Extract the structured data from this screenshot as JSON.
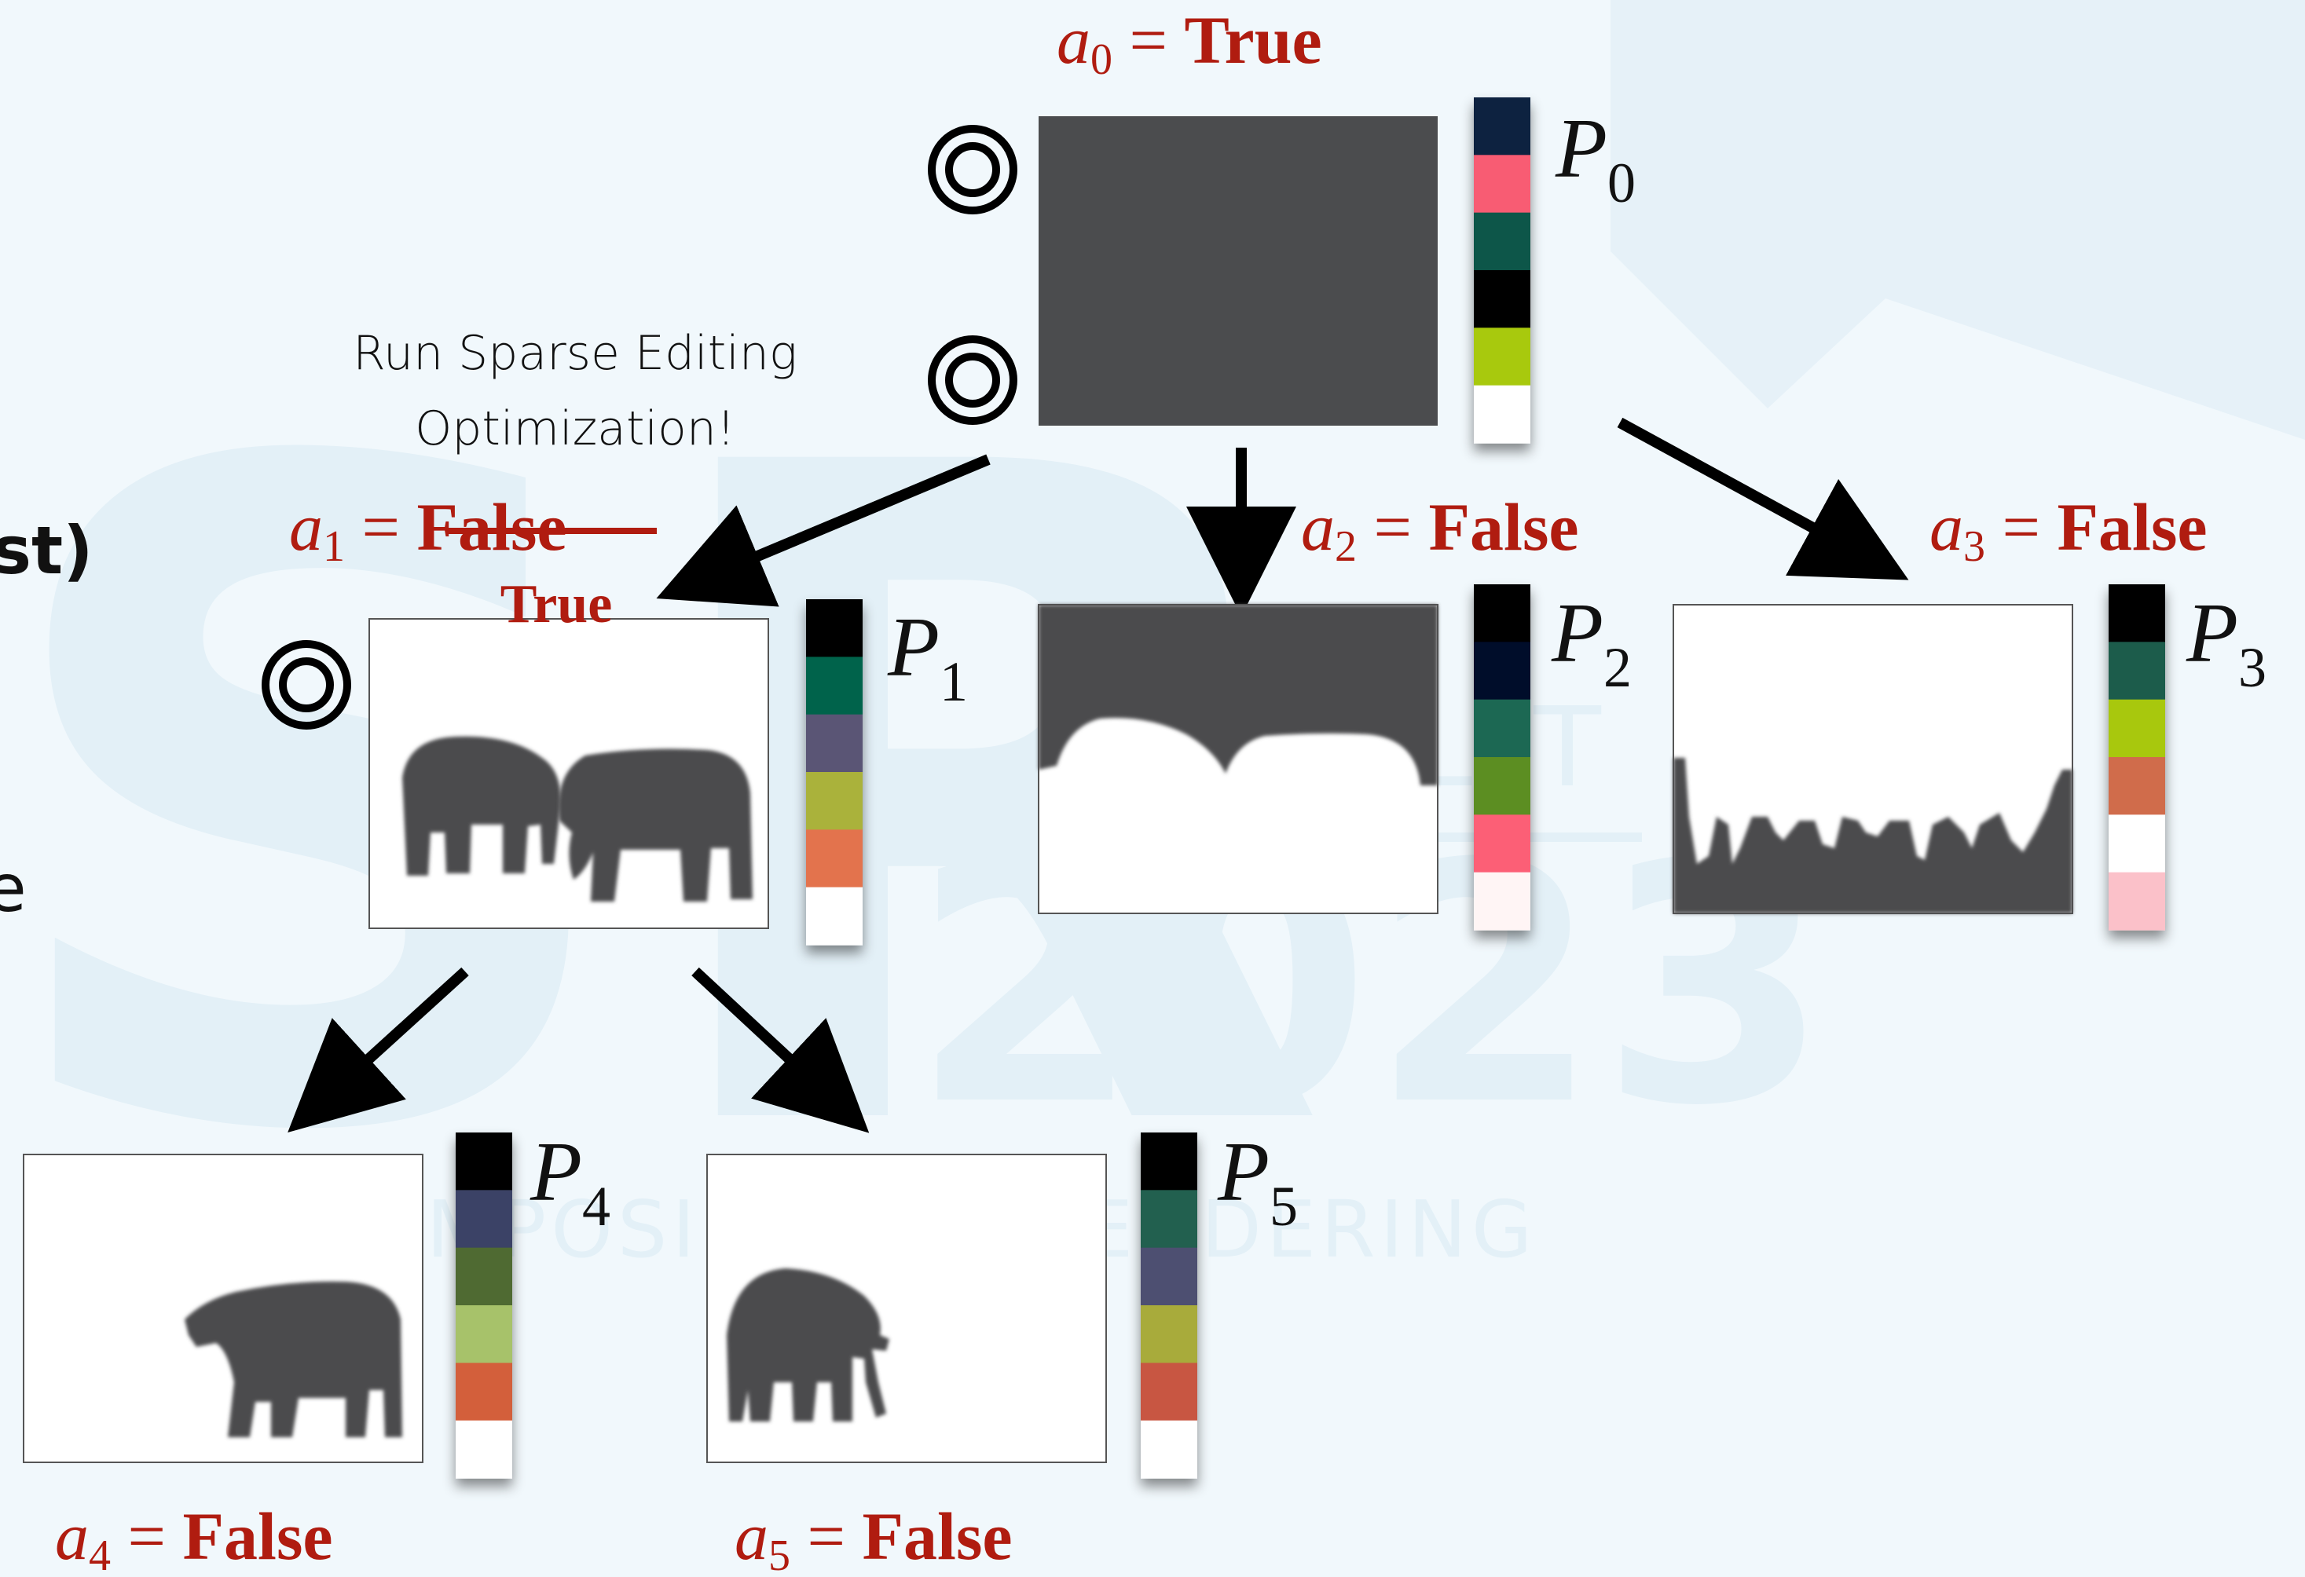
{
  "watermark": {
    "letters": "SR",
    "year": "2023",
    "banner": "PHICS SYMPOSIUM ON RENDERING",
    "small": "DELFT"
  },
  "left_edge": {
    "fragment1": "st)",
    "fragment2": "e"
  },
  "note": {
    "line1": "Run Sparse Editing",
    "line2": "Optimization!"
  },
  "nodes": [
    {
      "id": "0",
      "var": "a",
      "sub": "0",
      "eq": " = ",
      "value": "True",
      "p": "P",
      "psub": "0",
      "palette": [
        "#102340",
        "#f85c73",
        "#07574a",
        "#020202",
        "#a8c90a",
        "#ffffff"
      ],
      "targets": 2
    },
    {
      "id": "1",
      "var": "a",
      "sub": "1",
      "eq": " = ",
      "value": "False",
      "value2": "True",
      "p": "P",
      "psub": "1",
      "palette": [
        "#000000",
        "#06634b",
        "#5a5475",
        "#aab23a",
        "#e3734d",
        "#ffffff"
      ],
      "targets": 1
    },
    {
      "id": "2",
      "var": "a",
      "sub": "2",
      "eq": " = ",
      "value": "False",
      "p": "P",
      "psub": "2",
      "palette": [
        "#000000",
        "#010f2a",
        "#1e6852",
        "#5b8e20",
        "#fc5f76",
        "#fff5f5"
      ],
      "targets": 0
    },
    {
      "id": "3",
      "var": "a",
      "sub": "3",
      "eq": " = ",
      "value": "False",
      "p": "P",
      "psub": "3",
      "palette": [
        "#000000",
        "#1e5c4c",
        "#a8c80a",
        "#d06c4c",
        "#ffffff",
        "#fbc1c9"
      ],
      "targets": 0
    },
    {
      "id": "4",
      "var": "a",
      "sub": "4",
      "eq": " = ",
      "value": "False",
      "p": "P",
      "psub": "4",
      "palette": [
        "#000000",
        "#3b4266",
        "#4f6a31",
        "#a7c26a",
        "#d35e3a",
        "#ffffff"
      ],
      "targets": 0
    },
    {
      "id": "5",
      "var": "a",
      "sub": "5",
      "eq": " = ",
      "value": "False",
      "p": "P",
      "psub": "5",
      "palette": [
        "#000000",
        "#22614f",
        "#4d4f71",
        "#a8ab3b",
        "#c85643",
        "#ffffff"
      ],
      "targets": 0
    }
  ],
  "colors": {
    "accent": "#b01c10",
    "mask_gray": "#4b4c4e",
    "arrow": "#000000"
  },
  "icons": [
    "target-icon",
    "arrow-icon"
  ]
}
